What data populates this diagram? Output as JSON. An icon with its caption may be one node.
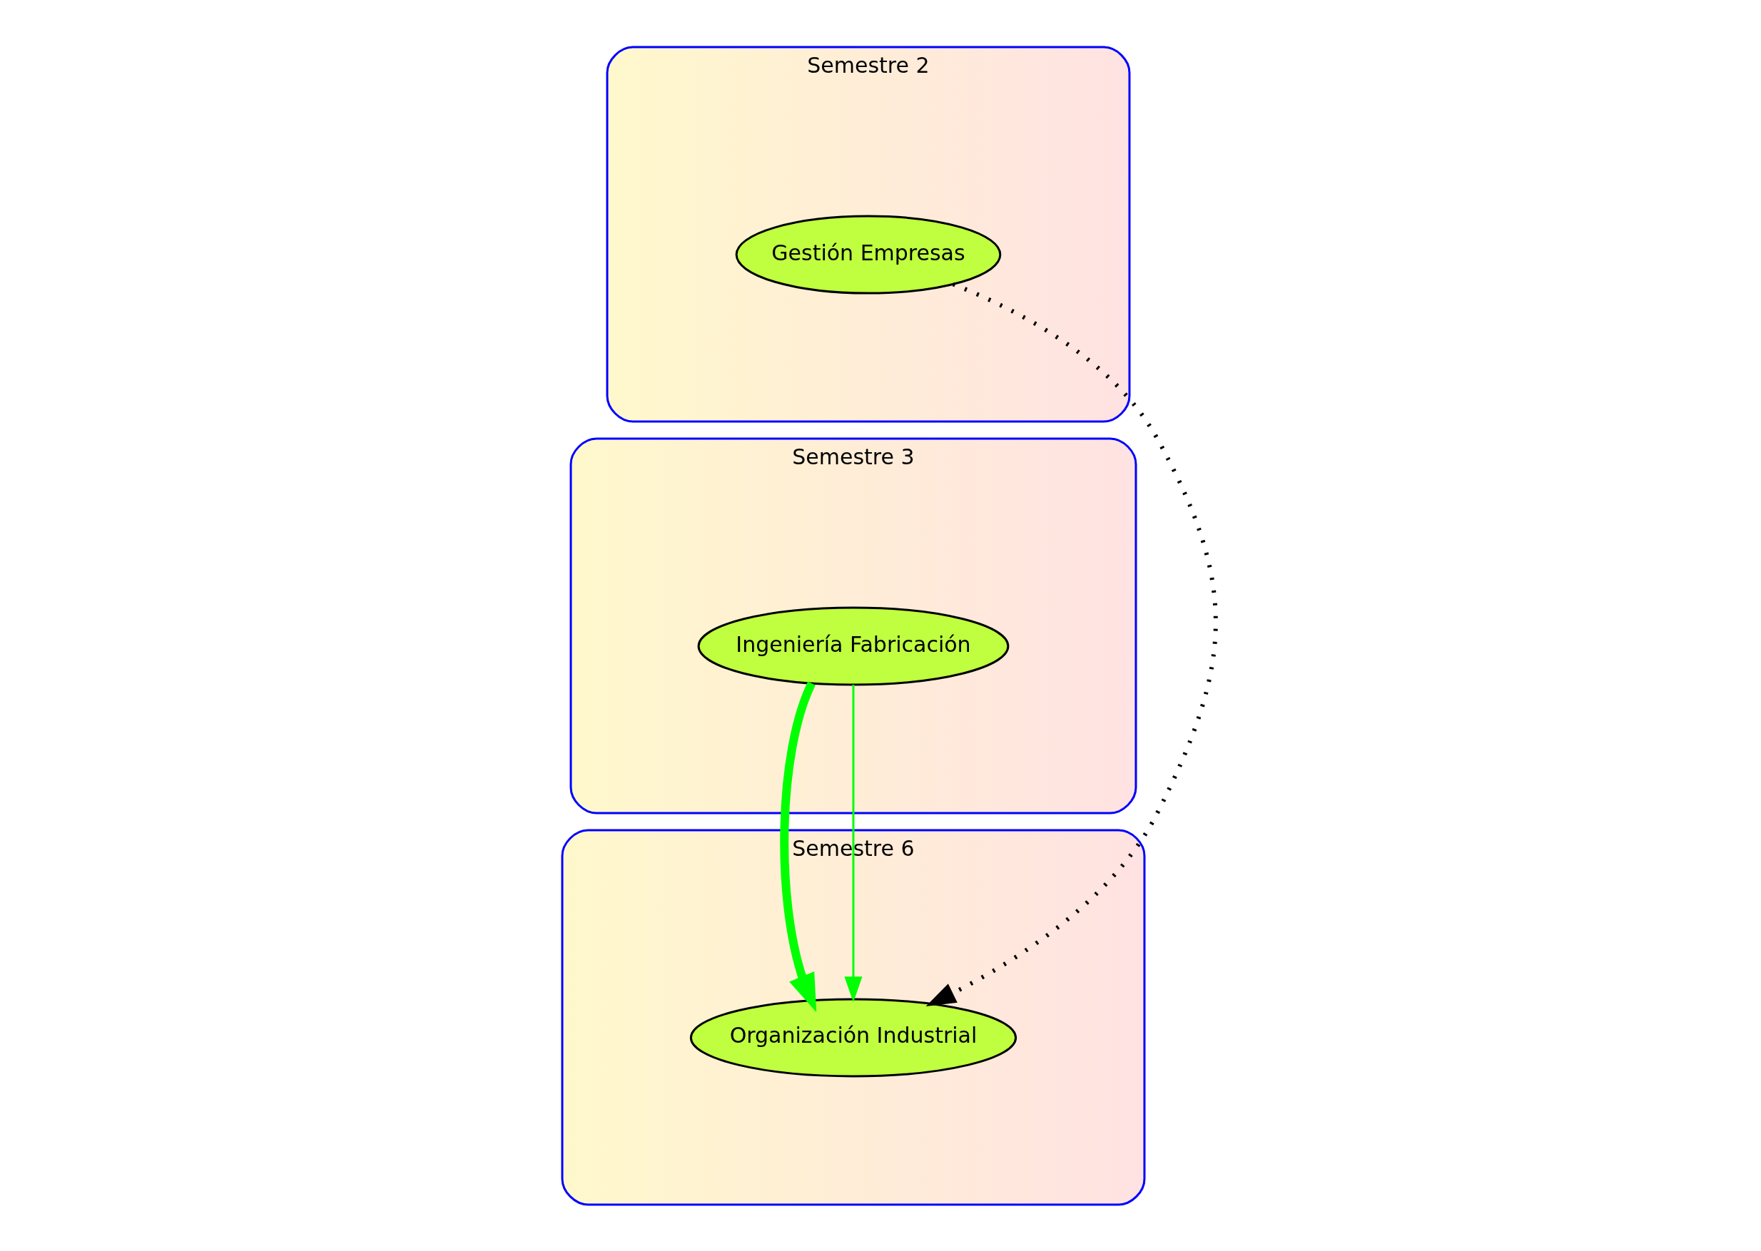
{
  "diagram": {
    "nodes": [
      {
        "text": [
          "Semestre 2"
        ]
      },
      {
        "text": [
          "Gestión Empresas"
        ],
        "in": 0
      },
      {
        "text": [
          "Semestre 3"
        ]
      },
      {
        "text": [
          "Ingeniería Fabricación"
        ],
        "in": 2
      },
      {
        "text": [
          "Semestre 6"
        ]
      },
      {
        "text": [
          "Organización Industrial"
        ],
        "in": 4
      }
    ],
    "edges": [
      {
        "from": 1,
        "to": 5,
        "arrow": "to",
        "style": "dashed",
        "color": "#000000"
      },
      {
        "from": 3,
        "to": 5,
        "arrow": "to",
        "style": "thick",
        "color": "#00ff00"
      },
      {
        "from": 3,
        "to": 5,
        "arrow": "to",
        "color": "#00ff00"
      }
    ]
  }
}
